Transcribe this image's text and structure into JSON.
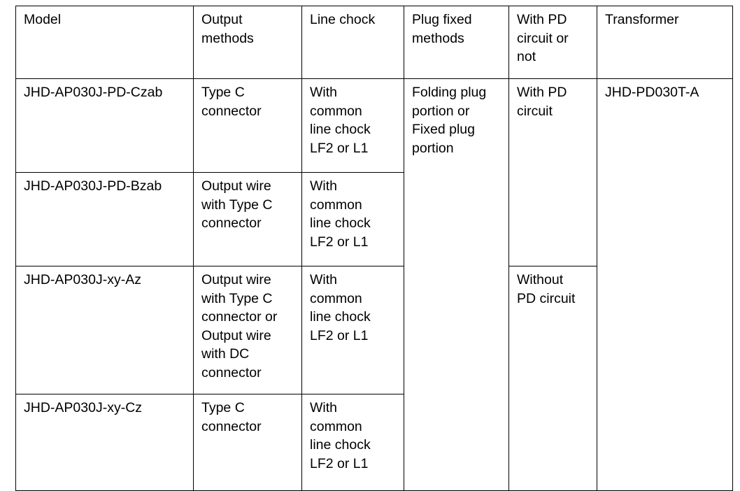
{
  "table": {
    "columns": [
      {
        "key": "model",
        "header": "Model"
      },
      {
        "key": "output_methods",
        "header": "Output\nmethods"
      },
      {
        "key": "line_chock",
        "header": "Line chock"
      },
      {
        "key": "plug_fixed_methods",
        "header": "Plug fixed\nmethods"
      },
      {
        "key": "pd_circuit",
        "header": "With PD\ncircuit or\nnot"
      },
      {
        "key": "transformer",
        "header": "Transformer"
      }
    ],
    "rows": [
      {
        "model": "JHD-AP030J-PD-Czab",
        "output_methods": "Type C\nconnector",
        "line_chock": "With\ncommon\nline chock\nLF2 or L1",
        "plug_fixed_methods": "Folding plug\nportion or\nFixed plug\nportion",
        "pd_circuit": "With PD\ncircuit",
        "transformer": "JHD-PD030T-A"
      },
      {
        "model": "JHD-AP030J-PD-Bzab",
        "output_methods": "Output wire\nwith Type C\nconnector",
        "line_chock": "With\ncommon\nline chock\nLF2 or L1"
      },
      {
        "model": "JHD-AP030J-xy-Az",
        "output_methods": "Output wire\nwith Type C\nconnector or\nOutput wire\nwith DC\nconnector",
        "line_chock": "With\ncommon\nline chock\nLF2 or L1",
        "pd_circuit": "Without\nPD circuit"
      },
      {
        "model": "JHD-AP030J-xy-Cz",
        "output_methods": "Type C\nconnector",
        "line_chock": "With\ncommon\nline chock\nLF2 or L1"
      }
    ],
    "merges": {
      "plug_fixed_methods_rowspan": 4,
      "transformer_rowspan": 4,
      "pd_circuit_rowspans": [
        2,
        2
      ]
    },
    "border_color": "#000000",
    "text_color": "#000000",
    "background_color": "#ffffff"
  }
}
